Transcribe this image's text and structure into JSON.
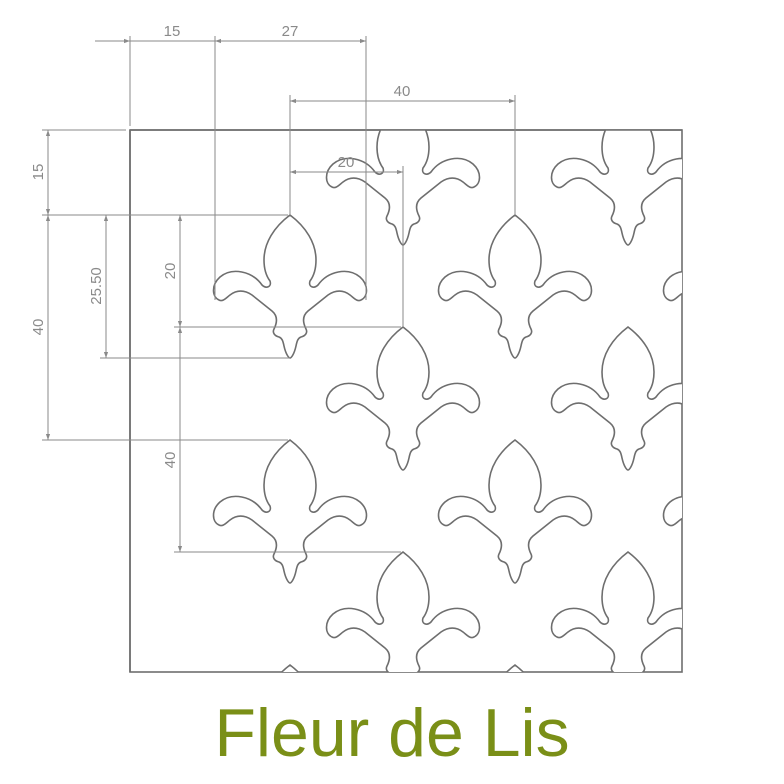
{
  "title": "Fleur de Lis",
  "colors": {
    "title": "#7a8f17",
    "outline": "#6e6e6e",
    "dimension": "#8a8a8a",
    "background": "#ffffff"
  },
  "dimensions": {
    "horizontal": [
      {
        "label": "15",
        "meaning": "left edge to first motif side-petal extent"
      },
      {
        "label": "27",
        "meaning": "first motif width extent"
      },
      {
        "label": "40",
        "meaning": "horizontal pitch between motifs in a row"
      },
      {
        "label": "20",
        "meaning": "horizontal offset between staggered rows"
      }
    ],
    "vertical": [
      {
        "label": "15",
        "meaning": "top edge to first motif tip"
      },
      {
        "label": "40",
        "meaning": "vertical pitch between rows of same alignment"
      },
      {
        "label": "25.50",
        "meaning": "motif height"
      },
      {
        "label": "20",
        "meaning": "vertical offset between staggered rows"
      },
      {
        "label": "40",
        "meaning": "vertical pitch (inner)"
      }
    ]
  },
  "labels": {
    "h15": "15",
    "h27": "27",
    "h40": "40",
    "h20": "20",
    "v15": "15",
    "v40": "40",
    "v2550": "25.50",
    "v20": "20",
    "v40b": "40"
  }
}
